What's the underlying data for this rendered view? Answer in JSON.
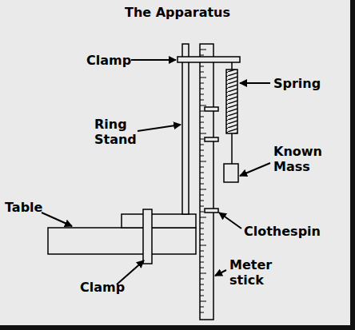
{
  "diagram": {
    "title": "The Apparatus",
    "labels": [
      "Clamp",
      "Ring Stand",
      "Spring",
      "Known Mass",
      "Table",
      "Clothespin",
      "Meter stick",
      "Clamp"
    ]
  }
}
